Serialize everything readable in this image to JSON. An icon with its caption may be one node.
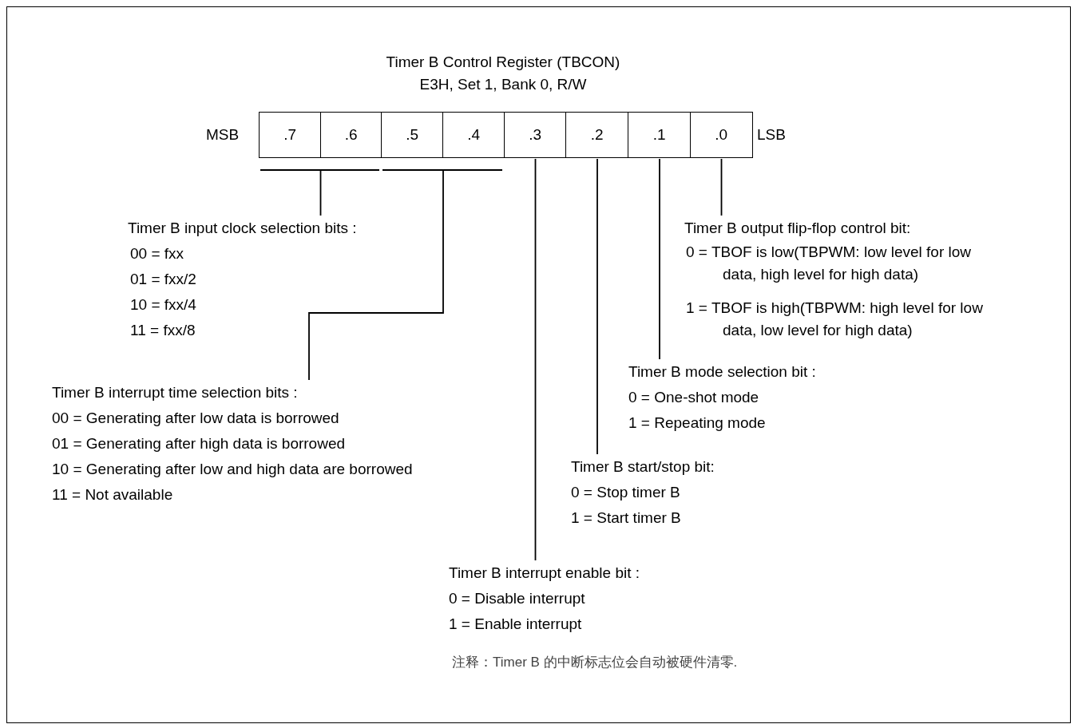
{
  "diagram": {
    "title": "Timer B Control Register (TBCON)",
    "caption": "注释：Timer B 的中断标志位会自动被硬件清零.",
    "nodes": [
      {
        "text": [
          ".7"
        ]
      },
      {
        "text": [
          ".6"
        ]
      },
      {
        "text": [
          ".5"
        ]
      },
      {
        "text": [
          ".4"
        ]
      },
      {
        "text": [
          ".3"
        ]
      },
      {
        "text": [
          ".2"
        ]
      },
      {
        "text": [
          ".1"
        ]
      },
      {
        "text": [
          ".0"
        ]
      },
      {
        "text": [
          "Timer B input clock selection bits :",
          "00 = fxx",
          "01 = fxx/2",
          "10 = fxx/4",
          "11 = fxx/8"
        ]
      },
      {
        "text": [
          "Timer B output flip-flop control bit:",
          "0 = TBOF is low(TBPWM: low level for low data, high level for high data)",
          "1 = TBOF is high(TBPWM: high level for low data, low level for high data)"
        ]
      },
      {
        "text": [
          "Timer B mode selection bit :",
          "0 = One-shot mode",
          "1 = Repeating mode"
        ]
      },
      {
        "text": [
          "Timer B interrupt time selection bits :",
          "00 = Generating after low data is borrowed",
          "01 = Generating after high data is borrowed",
          "10 = Generating after low and high data are borrowed",
          "11 = Not available"
        ]
      },
      {
        "text": [
          "Timer B start/stop bit:",
          "0 = Stop timer B",
          "1 = Start timer B"
        ]
      },
      {
        "text": [
          "Timer B interrupt enable bit :",
          "0 = Disable interrupt",
          "1 = Enable interrupt"
        ]
      }
    ],
    "edges": [
      {
        "from": 0,
        "to": 8,
        "arrow": "none"
      },
      {
        "from": 1,
        "to": 8,
        "arrow": "none"
      },
      {
        "from": 2,
        "to": 11,
        "arrow": "none"
      },
      {
        "from": 3,
        "to": 11,
        "arrow": "none"
      },
      {
        "from": 4,
        "to": 13,
        "arrow": "none"
      },
      {
        "from": 5,
        "to": 12,
        "arrow": "none"
      },
      {
        "from": 6,
        "to": 10,
        "arrow": "none"
      },
      {
        "from": 7,
        "to": 9,
        "arrow": "none"
      }
    ],
    "labels": [
      "E3H, Set 1, Bank 0, R/W",
      "MSB",
      "LSB"
    ]
  }
}
